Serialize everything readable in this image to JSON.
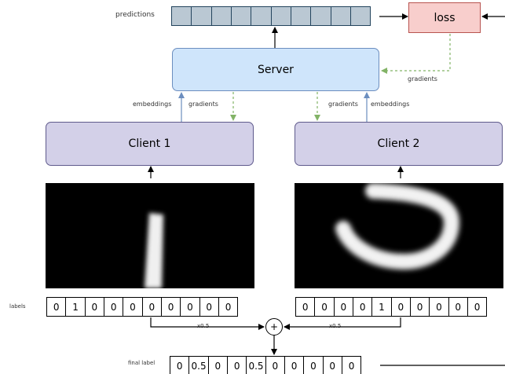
{
  "predictions": {
    "label": "predictions",
    "cells": 10
  },
  "loss": {
    "label": "loss"
  },
  "server": {
    "label": "Server"
  },
  "client1": {
    "label": "Client 1",
    "embeddings_label": "embeddings",
    "gradients_label": "gradients"
  },
  "client2": {
    "label": "Client 2",
    "embeddings_label": "embeddings",
    "gradients_label": "gradients"
  },
  "loss_gradients_label": "gradients",
  "labels": {
    "row_label": "labels",
    "client1": [
      "0",
      "1",
      "0",
      "0",
      "0",
      "0",
      "0",
      "0",
      "0",
      "0"
    ],
    "client2": [
      "0",
      "0",
      "0",
      "0",
      "1",
      "0",
      "0",
      "0",
      "0",
      "0"
    ]
  },
  "scale_left": "x0.5",
  "scale_right": "x0.5",
  "plus_symbol": "+",
  "final_label": {
    "row_label": "final label",
    "values": [
      "0",
      "0.5",
      "0",
      "0",
      "0.5",
      "0",
      "0",
      "0",
      "0",
      "0"
    ]
  },
  "colors": {
    "server_fill": "#cfe5fb",
    "client_fill": "#d3d0e8",
    "loss_fill": "#f8cecc",
    "prediction_fill": "#bac8d3",
    "embeddings_arrow": "#6c8ebf",
    "gradients_arrow": "#82b366"
  }
}
